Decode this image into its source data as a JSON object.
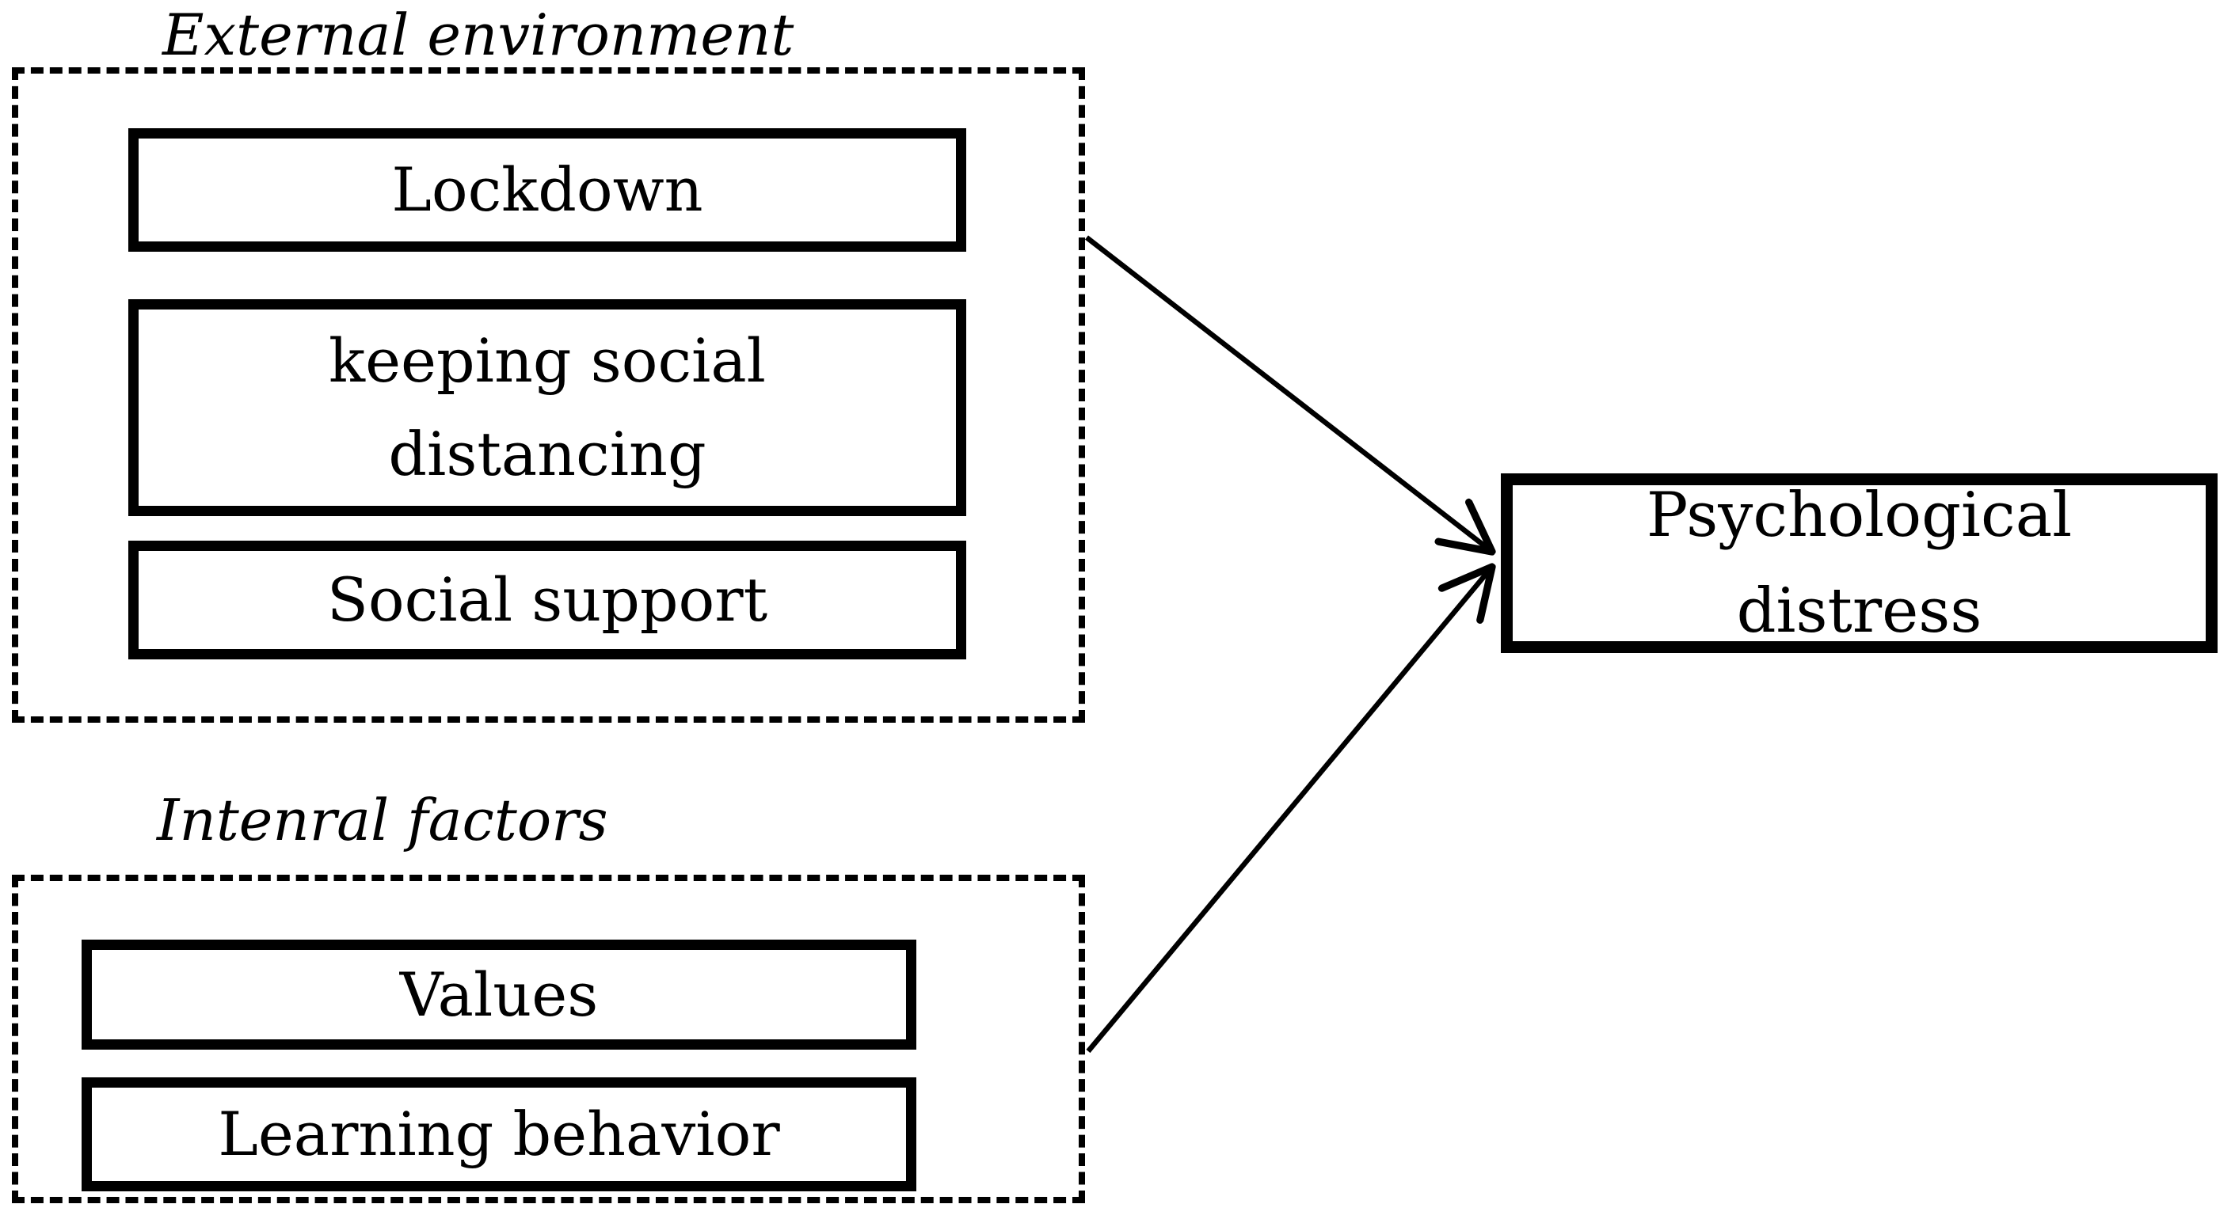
{
  "diagram": {
    "external_group": {
      "title": "External environment",
      "items": [
        "Lockdown",
        "keeping social distancing",
        "Social support"
      ]
    },
    "internal_group": {
      "title": "Intenral factors",
      "items": [
        "Values",
        "Learning behavior"
      ]
    },
    "outcome": {
      "label": "Psychological distress"
    },
    "edges": [
      {
        "from": "External environment",
        "to": "Psychological distress"
      },
      {
        "from": "Intenral factors",
        "to": "Psychological distress"
      }
    ],
    "colors": {
      "line": "#000000",
      "background": "#ffffff"
    }
  }
}
